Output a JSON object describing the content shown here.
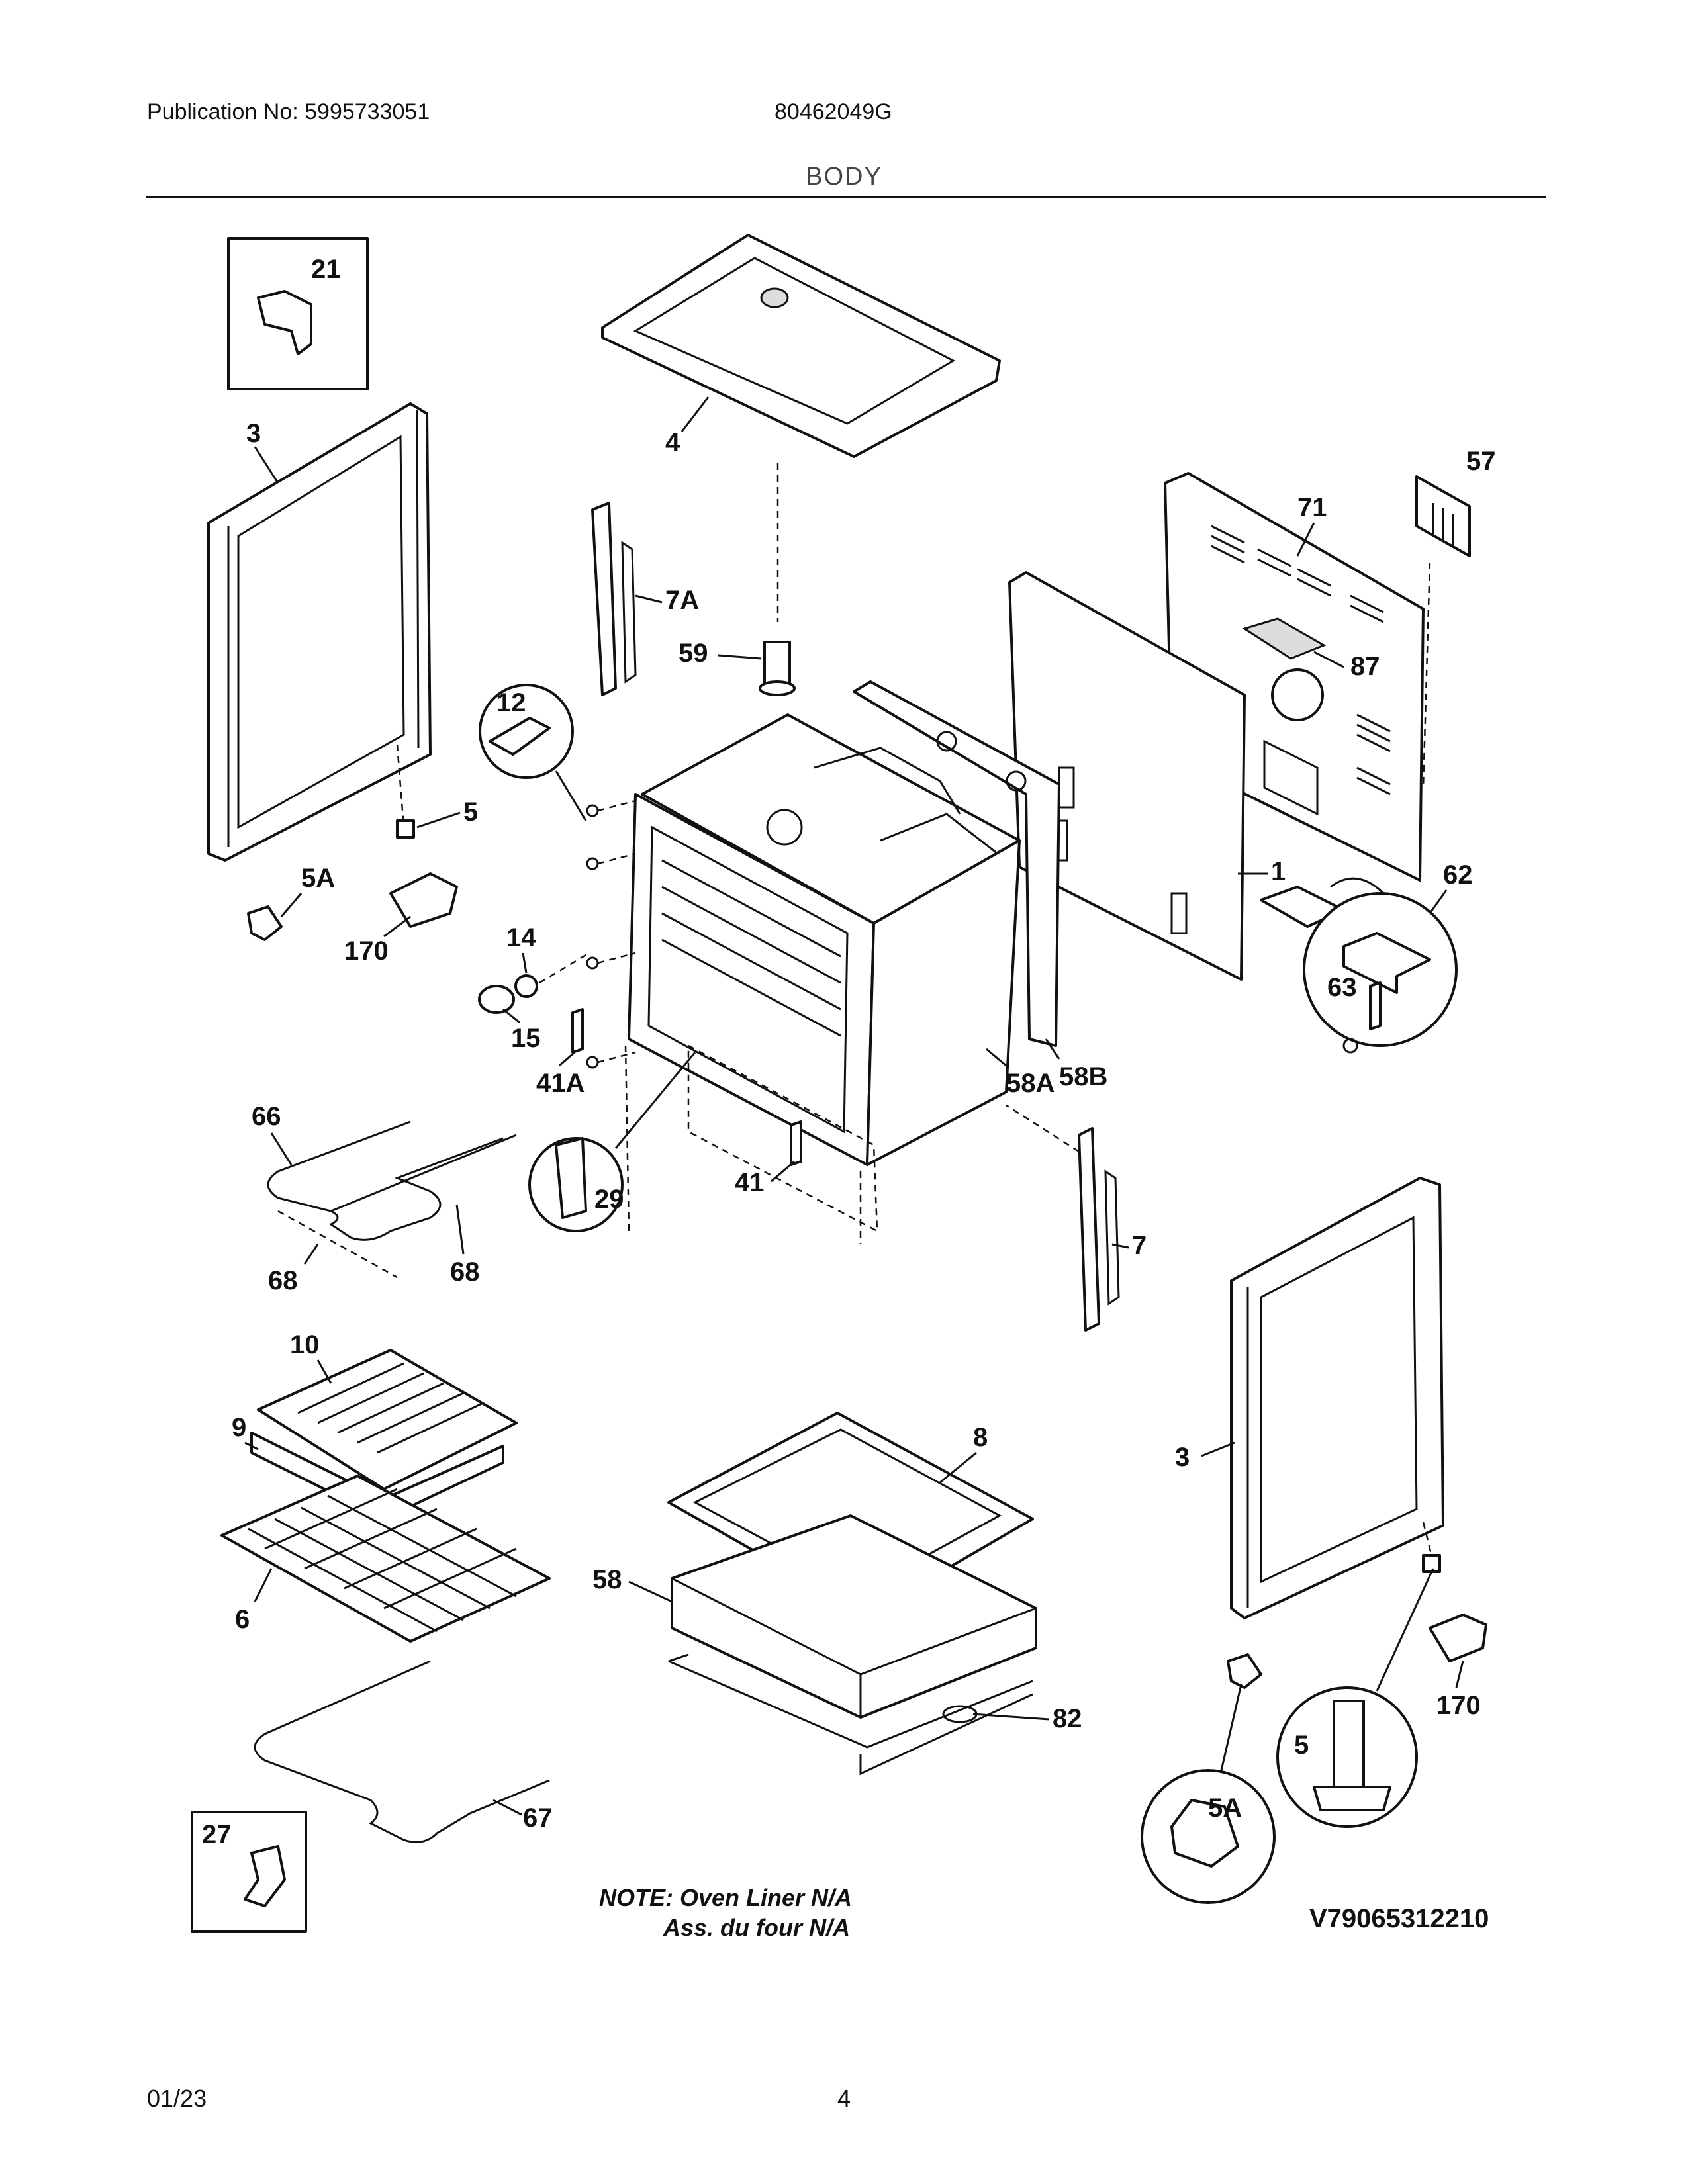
{
  "header": {
    "publication": "Publication No: 5995733051",
    "model": "80462049G",
    "section": "BODY"
  },
  "footer": {
    "date": "01/23",
    "page": "4"
  },
  "diagram": {
    "labels": {
      "p21": "21",
      "p3a": "3",
      "p4": "4",
      "p57": "57",
      "p71": "71",
      "p7a": "7A",
      "p59": "59",
      "p87": "87",
      "p12": "12",
      "p5a": "5",
      "p1": "1",
      "p62": "62",
      "p5aa": "5A",
      "p170a": "170",
      "p14": "14",
      "p63": "63",
      "p15": "15",
      "p41a": "41A",
      "p58a": "58A",
      "p58b": "58B",
      "p66": "66",
      "p29": "29",
      "p41": "41",
      "p7": "7",
      "p68a": "68",
      "p68b": "68",
      "p10": "10",
      "p8": "8",
      "p9": "9",
      "p3b": "3",
      "p58": "58",
      "p6": "6",
      "p82": "82",
      "p170b": "170",
      "p5b": "5",
      "p5ab": "5A",
      "p67": "67",
      "p27": "27"
    },
    "note_line1": "NOTE: Oven Liner N/A",
    "note_line2": "Ass. du four N/A",
    "code": "V79065312210"
  }
}
